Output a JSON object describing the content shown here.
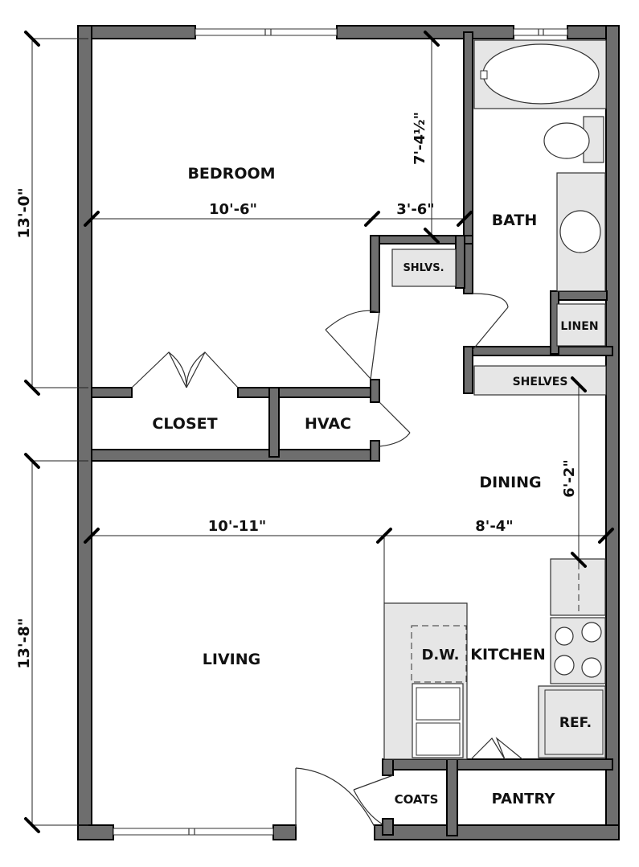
{
  "rooms": {
    "bedroom": "BEDROOM",
    "bath": "BATH",
    "shelves_small": "SHLVS.",
    "linen": "LINEN",
    "shelves": "SHELVES",
    "closet": "CLOSET",
    "hvac": "HVAC",
    "dining": "DINING",
    "living": "LIVING",
    "dw": "D.W.",
    "kitchen": "KITCHEN",
    "ref": "REF.",
    "coats": "COATS",
    "pantry": "PANTRY"
  },
  "dimensions": {
    "bedroom_height": "13'-0\"",
    "living_height": "13'-8\"",
    "bedroom_width": "10'-6\"",
    "closet_width": "3'-6\"",
    "bath_depth": "7'-4½\"",
    "living_width": "10'-11\"",
    "kitchen_width": "8'-4\"",
    "dining_depth": "6'-2\""
  },
  "colors": {
    "wall": "#6e6e6e",
    "fixture": "#e6e6e6"
  }
}
